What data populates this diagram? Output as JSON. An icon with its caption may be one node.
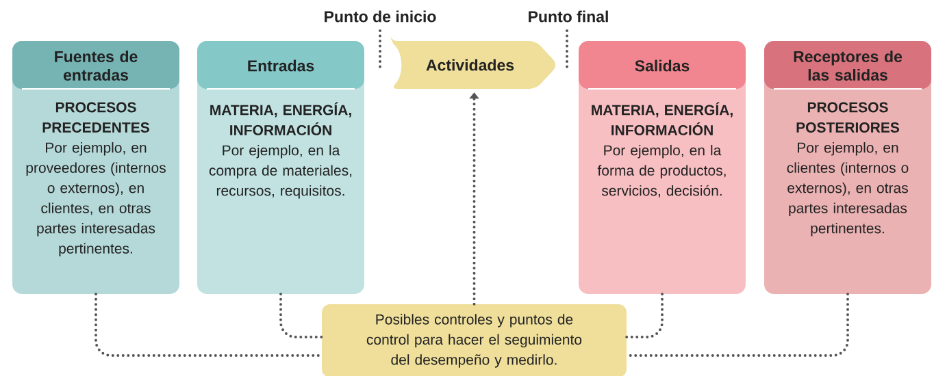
{
  "diagram": {
    "nodes": [
      {
        "text": [
          "Fuentes de entradas",
          "PROCESOS PRECEDENTES",
          "Por ejemplo, en proveedores (internos o externos), en clientes, en otras partes interesadas pertinentes."
        ]
      },
      {
        "text": [
          "Entradas",
          "MATERIA, ENERGÍA, INFORMACIÓN",
          "Por ejemplo, en la compra de materiales, recursos, requisitos."
        ]
      },
      {
        "text": [
          "Actividades"
        ]
      },
      {
        "text": [
          "Salidas",
          "MATERIA, ENERGÍA, INFORMACIÓN",
          "Por ejemplo, en la forma de productos, servicios, decisión."
        ]
      },
      {
        "text": [
          "Receptores de las salidas",
          "PROCESOS POSTERIORES",
          "Por ejemplo, en clientes (internos o externos), en otras partes interesadas pertinentes."
        ]
      },
      {
        "text": [
          "Posibles controles y puntos de control para hacer el seguimiento del desempeño y medirlo."
        ]
      }
    ],
    "edges": [
      {
        "from": 5,
        "to": 2,
        "arrow": "to"
      },
      {
        "from": 0,
        "to": 5,
        "arrow": "none"
      },
      {
        "from": 1,
        "to": 5,
        "arrow": "none"
      },
      {
        "from": 3,
        "to": 5,
        "arrow": "none"
      },
      {
        "from": 4,
        "to": 5,
        "arrow": "none"
      }
    ],
    "labels": [
      "Punto de inicio",
      "Punto final"
    ]
  }
}
